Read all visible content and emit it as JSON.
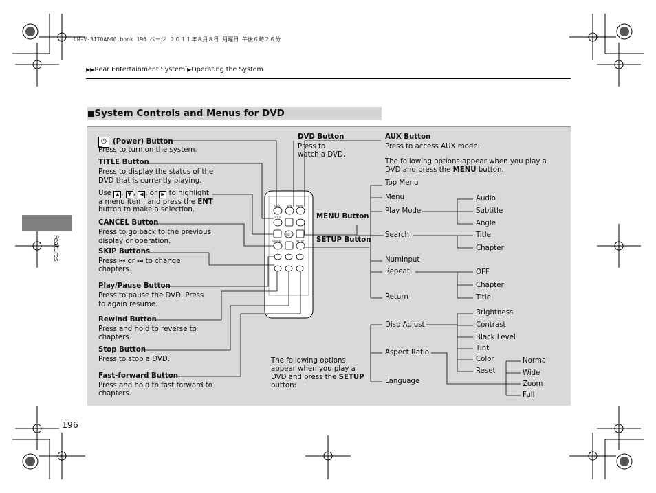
{
  "header": {
    "print_info": "CR-V-31T0A600.book  196 ページ  ２０１１年８月８日  月曜日  午後６時２６分",
    "breadcrumb_1": "Rear Entertainment System",
    "breadcrumb_sup": "*",
    "breadcrumb_2": "Operating the System"
  },
  "section": {
    "title": "System Controls and Menus for DVD",
    "side_tab": "Features",
    "page_number": "196"
  },
  "labels": {
    "power_title": "(Power) Button",
    "power_desc": "Press to turn on the system.",
    "title_btn": "TITLE Button",
    "title_desc1": "Press to display the status of the",
    "title_desc2": "DVD that is currently playing.",
    "use_a": "Use",
    "use_b": ", or",
    "use_c": "to highlight",
    "use_d1": "a menu item, and press the",
    "use_d_ent": "ENT",
    "use_e": "button to make a selection.",
    "cancel_title": "CANCEL Button",
    "cancel_desc1": "Press to go back to the previous",
    "cancel_desc2": "display or operation.",
    "skip_title": "SKIP Buttons",
    "skip_desc_a": "Press",
    "skip_desc_b": "or",
    "skip_desc_c": "to change",
    "skip_desc2": "chapters.",
    "play_title": "Play/Pause Button",
    "play_desc1": "Press to pause the DVD. Press",
    "play_desc2": "to again resume.",
    "rewind_title": "Rewind Button",
    "rewind_desc1": "Press and hold to reverse to",
    "rewind_desc2": "chapters.",
    "stop_title": "Stop Button",
    "stop_desc": "Press to stop a DVD.",
    "ff_title": "Fast-forward Button",
    "ff_desc1": "Press and hold to fast forward to",
    "ff_desc2": "chapters.",
    "dvd_title": "DVD Button",
    "dvd_desc1": "Press to",
    "dvd_desc2": "watch a DVD.",
    "menu_title": "MENU Button",
    "setup_title": "SETUP Button",
    "aux_title": "AUX Button",
    "aux_desc": "Press to access AUX mode.",
    "options1_a": "The following options appear when you play a",
    "options1_b": "DVD and press the",
    "options1_menu": "MENU",
    "options1_c": "button.",
    "options2_a": "The following options",
    "options2_b": "appear when you play a",
    "options2_c": "DVD and press the",
    "options2_setup": "SETUP",
    "options2_d": "button:"
  },
  "menu_tree": {
    "top_menu": "Top Menu",
    "menu": "Menu",
    "play_mode": "Play Mode",
    "play_mode_items": [
      "Audio",
      "Subtitle",
      "Angle"
    ],
    "search": "Search",
    "search_items": [
      "Title",
      "Chapter"
    ],
    "numinput": "NumInput",
    "repeat": "Repeat",
    "repeat_items": [
      "OFF",
      "Chapter",
      "Title"
    ],
    "return": "Return"
  },
  "setup_tree": {
    "disp_adjust": "Disp Adjust",
    "disp_items": [
      "Brightness",
      "Contrast",
      "Black Level",
      "Tint",
      "Color",
      "Reset"
    ],
    "aspect_ratio": "Aspect Ratio",
    "aspect_items": [
      "Normal",
      "Wide",
      "Zoom",
      "Full"
    ],
    "language": "Language"
  },
  "remote": {
    "top_labels": [
      "DVD",
      "AUX",
      "MENU"
    ],
    "mid_labels": [
      "TITLE",
      "ENT"
    ],
    "cancel_label": "CANCEL",
    "setup_label": "SETUP"
  }
}
